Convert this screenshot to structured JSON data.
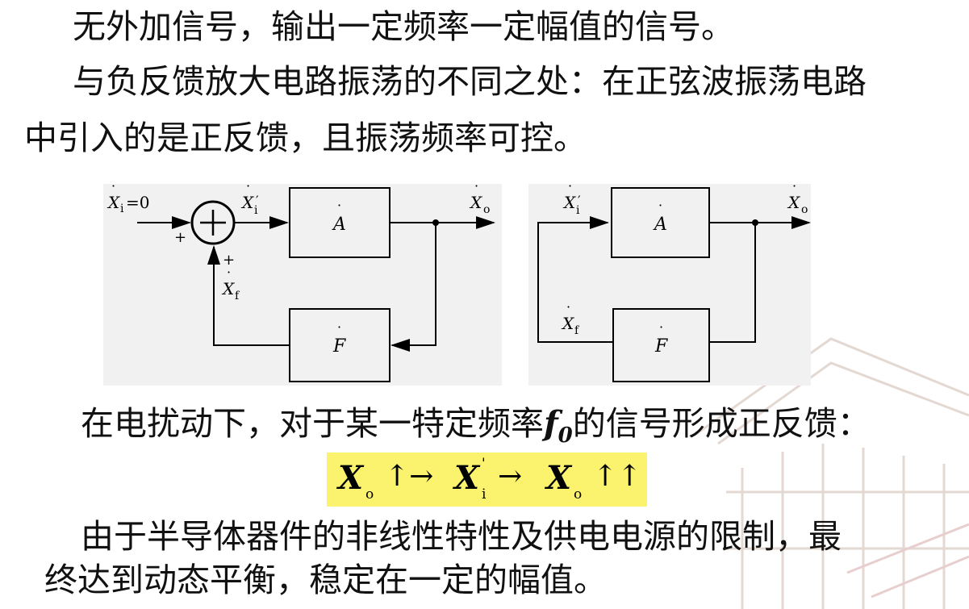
{
  "text": {
    "line1": "无外加信号，输出一定频率一定幅值的信号。",
    "line2": "与负反馈放大电路振荡的不同之处：在正弦波振荡电路",
    "line3": "中引入的是正反馈，且振荡频率可控。",
    "line4_before": "在电扰动下，对于某一特定频率",
    "line4_f": "f",
    "line4_sub": "0",
    "line4_after": "的信号形成正反馈：",
    "line5": "由于半导体器件的非线性特性及供电电源的限制，最",
    "line6": "终达到动态平衡，稳定在一定的幅值。"
  },
  "formula": {
    "x1": "X",
    "s1": "o",
    "a1": "↑→",
    "x2": "X",
    "s2": "i",
    "prime2": "'",
    "a2": "→",
    "x3": "X",
    "s3": "o",
    "a3": "↑↑"
  },
  "diagram_left": {
    "input_label": "X",
    "input_label_sub": "i",
    "input_label_eq": "=0",
    "plus_input": "+",
    "plus_feedback": "+",
    "xi_prime": "X",
    "xi_prime_sub": "i",
    "xi_prime_mark": "′",
    "amp": "A",
    "output": "X",
    "output_sub": "o",
    "feedback_label": "X",
    "feedback_sub": "f",
    "feedback_block": "F"
  },
  "diagram_right": {
    "xi_prime": "X",
    "xi_prime_sub": "i",
    "xi_prime_mark": "′",
    "amp": "A",
    "output": "X",
    "output_sub": "o",
    "feedback_label": "X",
    "feedback_sub": "f",
    "feedback_block": "F"
  },
  "colors": {
    "formula_highlight": "#fbf26e",
    "diagram_background": "#f1f1f1"
  }
}
